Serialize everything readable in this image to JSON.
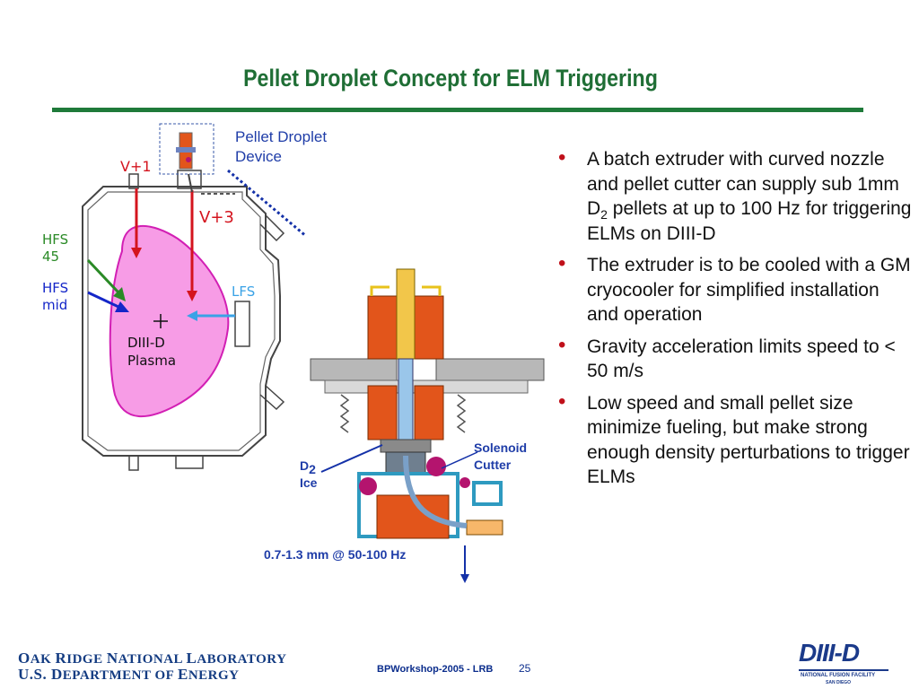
{
  "slide": {
    "title": "Pellet Droplet Concept for ELM Triggering",
    "page_number": "25",
    "workshop": "BPWorkshop-2005  - LRB"
  },
  "bullets": [
    {
      "pre": "A batch extruder with curved nozzle and pellet cutter can supply sub 1mm D",
      "sub": "2",
      "post": " pellets at up to 100 Hz for triggering ELMs on DIII-D"
    },
    {
      "pre": "The extruder is to be cooled with a GM cryocooler for simplified installation and operation",
      "sub": "",
      "post": ""
    },
    {
      "pre": "Gravity acceleration limits speed to < 50 m/s",
      "sub": "",
      "post": ""
    },
    {
      "pre": "Low speed and small pellet size minimize fueling, but make strong enough density perturbations to trigger ELMs",
      "sub": "",
      "post": ""
    }
  ],
  "diagram": {
    "device_line1": "Pellet Droplet",
    "device_line2": "Device",
    "v1": "V+1",
    "v3": "V+3",
    "hfs45_line1": "HFS",
    "hfs45_line2": "45",
    "hfsmid_line1": "HFS",
    "hfsmid_line2": "mid",
    "lfs": "LFS",
    "plasma_line1": "DIII-D",
    "plasma_line2": "Plasma",
    "solenoid_line1": "Solenoid",
    "solenoid_line2": "Cutter",
    "d2": "D",
    "d2_sub": "2",
    "ice": "Ice",
    "spec": "0.7-1.3 mm @ 50-100 Hz"
  },
  "footer": {
    "org_line1_caps": [
      "O",
      "AK ",
      "R",
      "IDGE ",
      "N",
      "ATIONAL ",
      "L",
      "ABORATORY"
    ],
    "org_line2_caps": [
      "U.S. D",
      "EPARTMENT OF ",
      "E",
      "NERGY"
    ],
    "logo_main": "DIII-D",
    "logo_sub1": "NATIONAL FUSION FACILITY",
    "logo_sub2": "SAN DIEGO"
  },
  "colors": {
    "title_green": "#1f6e35",
    "bullet_red": "#c0101a",
    "label_blue": "#1f3da8",
    "plasma_pink": "#f79ce6",
    "coil_orange": "#e2551b"
  }
}
